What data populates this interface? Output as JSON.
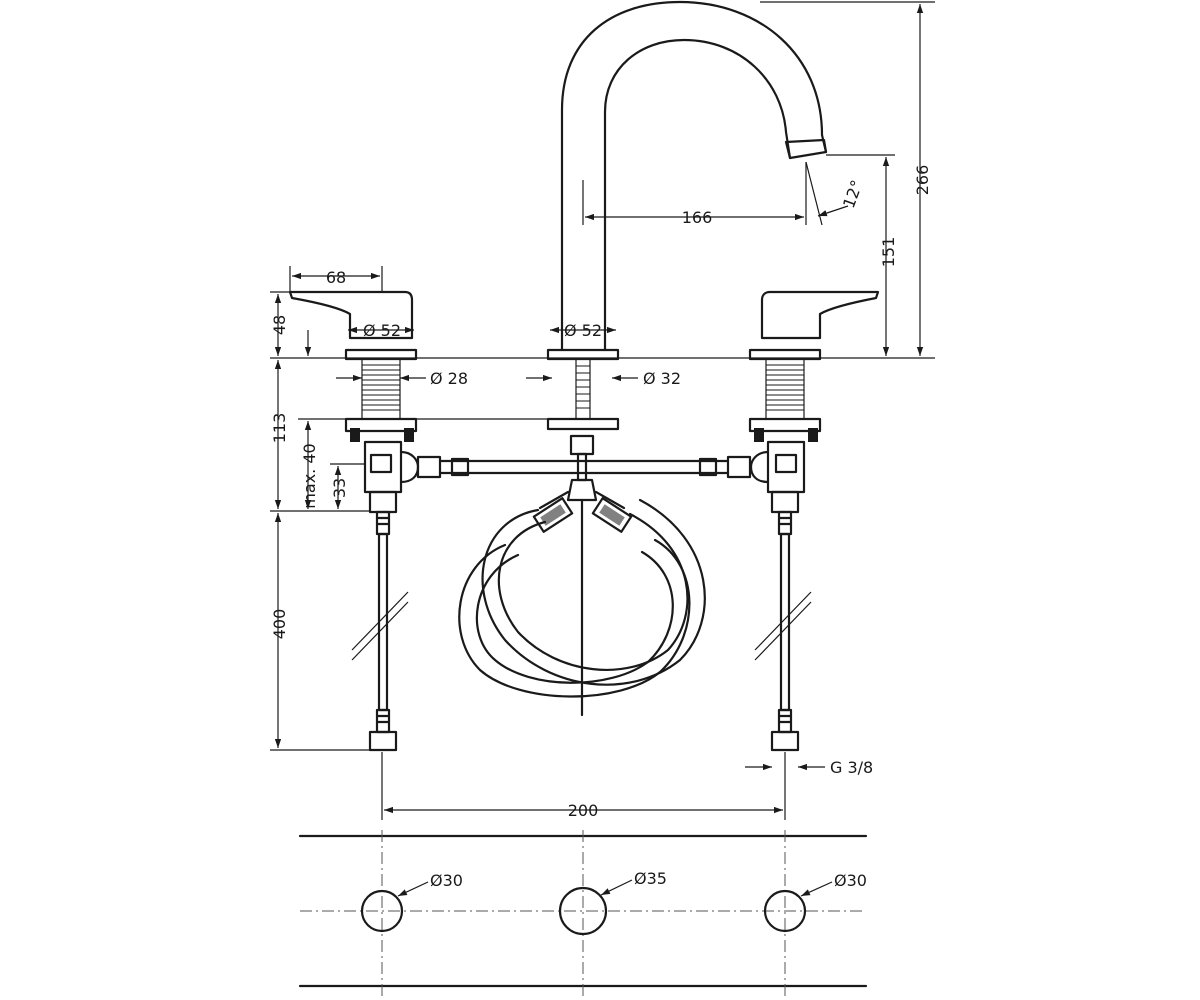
{
  "dimensions": {
    "total_height": "266",
    "spout_height": "151",
    "spout_reach": "166",
    "spout_angle": "12°",
    "handle_length": "68",
    "handle_height": "48",
    "handle_base_diameter": "Ø 52",
    "spout_base_diameter": "Ø 52",
    "shank_diameter": "Ø 28",
    "spout_shank_diameter": "Ø 32",
    "shank_length": "113",
    "max_thickness": "max. 40",
    "body_height": "33",
    "hose_length": "400",
    "connection_thread": "G 3/8",
    "center_distance": "200",
    "hole_side_left": "Ø30",
    "hole_center": "Ø35",
    "hole_side_right": "Ø30"
  }
}
